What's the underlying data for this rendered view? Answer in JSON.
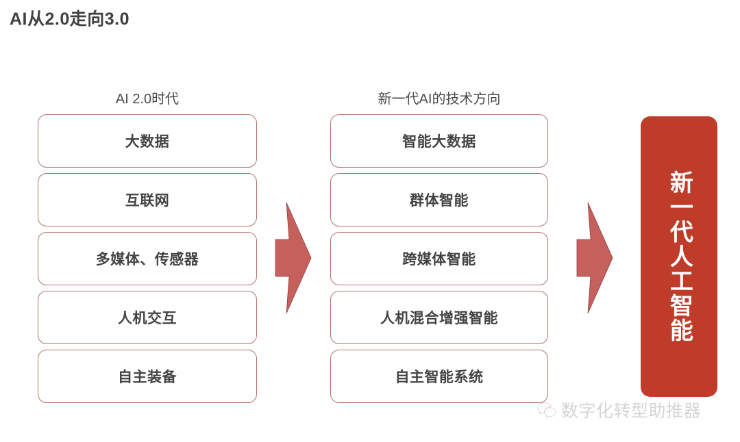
{
  "slide": {
    "title": "AI从2.0走向3.0",
    "background_color": "#ffffff",
    "title_color": "#404040"
  },
  "columns": [
    {
      "header": "AI 2.0时代",
      "items": [
        {
          "label": "大数据"
        },
        {
          "label": "互联网"
        },
        {
          "label": "多媒体、传感器"
        },
        {
          "label": "人机交互"
        },
        {
          "label": "自主装备"
        }
      ]
    },
    {
      "header": "新一代AI的技术方向",
      "items": [
        {
          "label": "智能大数据"
        },
        {
          "label": "群体智能"
        },
        {
          "label": "跨媒体智能"
        },
        {
          "label": "人机混合增强智能"
        },
        {
          "label": "自主智能系统"
        }
      ]
    }
  ],
  "arrows": [
    {
      "name": "arrow-col1-to-col2",
      "direction": "right",
      "color": "#c6605c"
    },
    {
      "name": "arrow-col2-to-result",
      "direction": "right",
      "color": "#c6605c"
    }
  ],
  "result_panel": {
    "text": "新一代人工智能",
    "background_color": "#c03c2a",
    "text_color": "#ffffff"
  },
  "watermark": {
    "icon": "wechat-icon",
    "text": "数字化转型助推器",
    "color": "#9a9a9a"
  },
  "style": {
    "card_border_color": "#b5706f",
    "card_text_color": "#434343",
    "header_text_color": "#4a4a4a"
  }
}
